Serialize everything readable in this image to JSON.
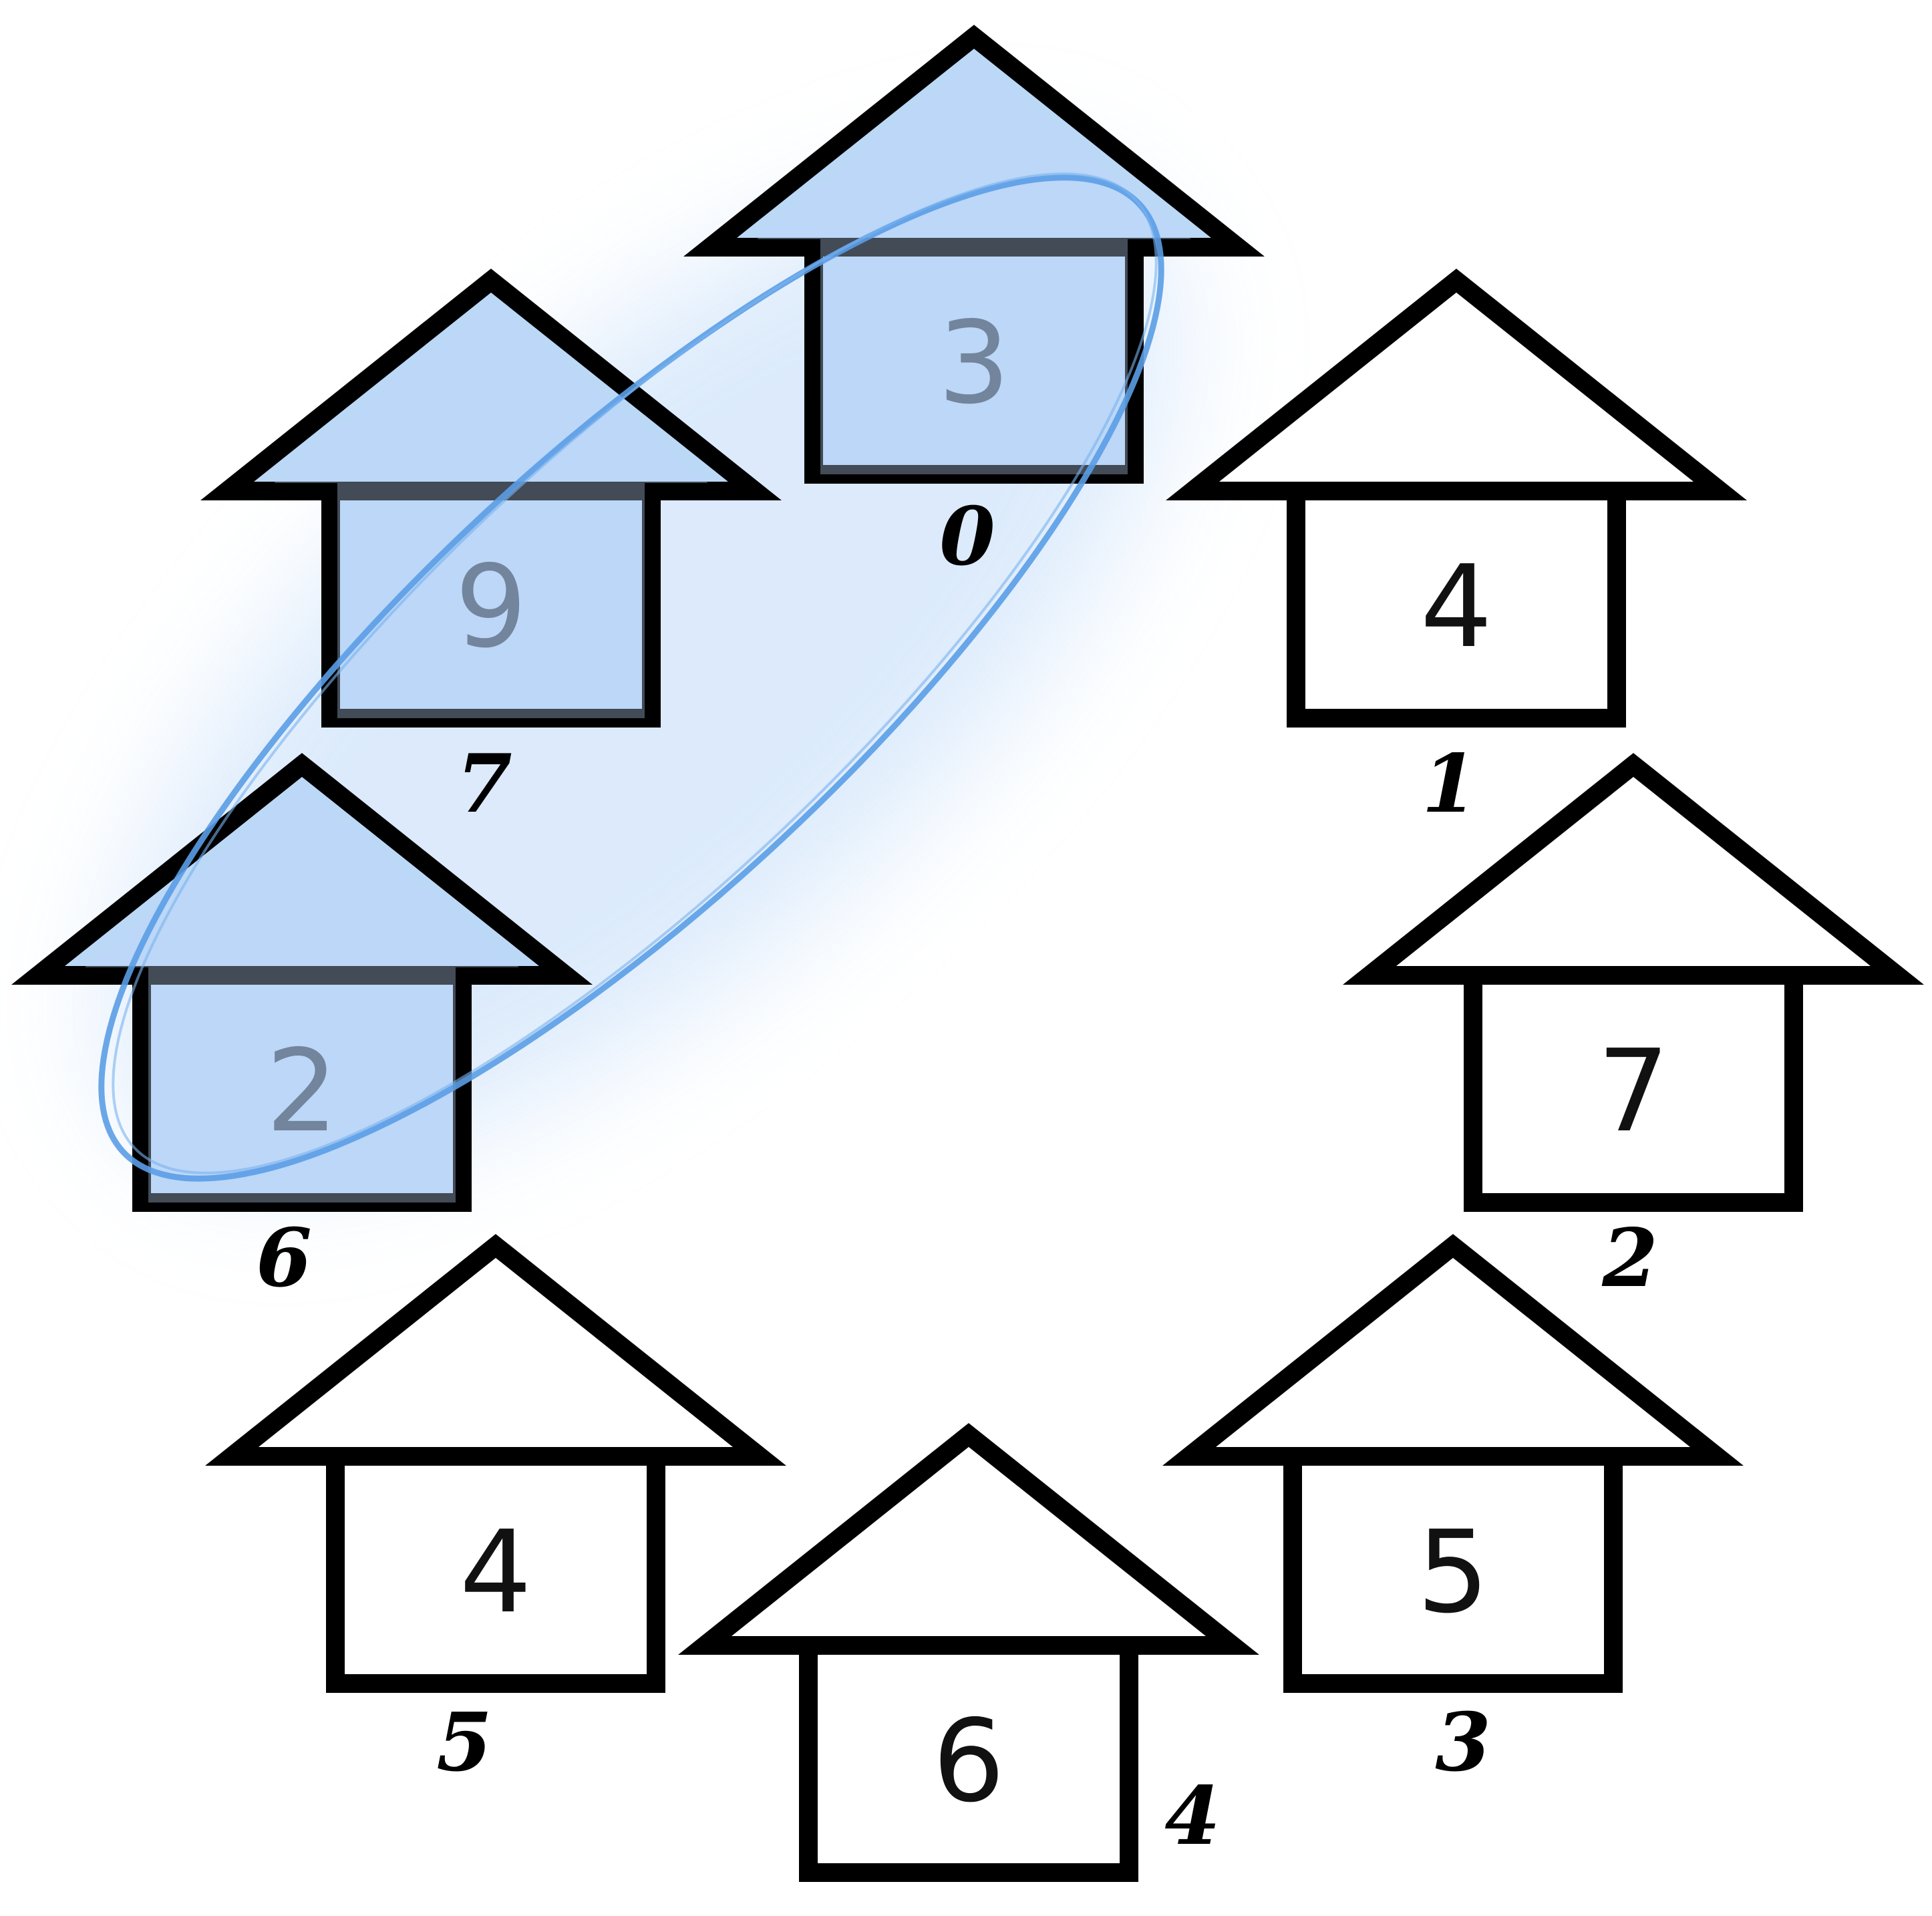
{
  "houses": [
    {
      "index": "0",
      "value": "3",
      "selected": true
    },
    {
      "index": "1",
      "value": "4",
      "selected": false
    },
    {
      "index": "2",
      "value": "7",
      "selected": false
    },
    {
      "index": "3",
      "value": "5",
      "selected": false
    },
    {
      "index": "4",
      "value": "6",
      "selected": false
    },
    {
      "index": "5",
      "value": "4",
      "selected": false
    },
    {
      "index": "6",
      "value": "2",
      "selected": true
    },
    {
      "index": "7",
      "value": "9",
      "selected": true
    }
  ],
  "colors": {
    "outline": "#000000",
    "background": "#ffffff",
    "highlight_fill": "#bcd8f7",
    "highlight_stroke": "#5a9de6",
    "selected_text": "#4a5a6e",
    "normal_text": "#111111"
  }
}
